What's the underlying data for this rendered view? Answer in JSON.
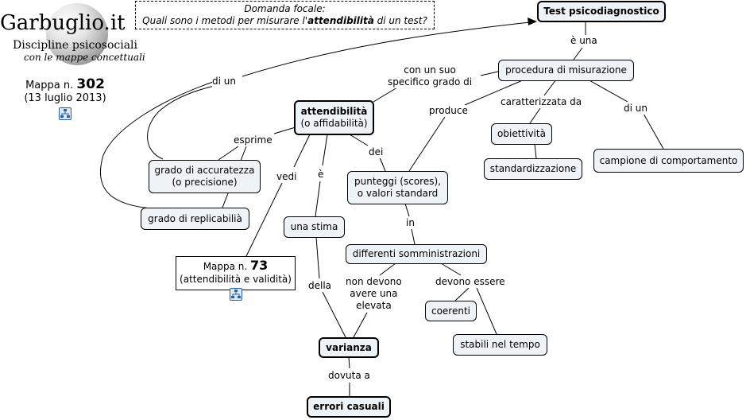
{
  "header": {
    "logo_title": "Garbuglio.it",
    "logo_subtitle": "Discipline psicosociali",
    "logo_tagline": "con le mappe concettuali",
    "map_label": "Mappa n.",
    "map_number": "302",
    "map_date": "(13 luglio 2013)"
  },
  "focal": {
    "line1": "Domanda focale:",
    "question_pre": "Quali sono i metodi per misurare l'",
    "question_bold": "attendibilità",
    "question_post": " di un test?"
  },
  "nodes": {
    "test": "Test psicodiagnostico",
    "procedura": "procedura di misurazione",
    "obiettivita": "obiettività",
    "standardizzazione": "standardizzazione",
    "campione": "campione di comportamento",
    "attendibilita_1": "attendibilità",
    "attendibilita_2": "(o affidabilità)",
    "accuratezza_1": "grado di accuratezza",
    "accuratezza_2": "(o precisione)",
    "replicabilita": "grado di replicabilià",
    "punteggi_1": "punteggi (scores),",
    "punteggi_2": "o valori standard",
    "stima": "una stima",
    "somministrazioni": "differenti somministrazioni",
    "coerenti": "coerenti",
    "stabili": "stabili nel tempo",
    "varianza": "varianza",
    "errori": "errori casuali"
  },
  "links": {
    "e_una": "è una",
    "con_un_suo_1": "con un suo",
    "con_un_suo_2": "specifico grado di",
    "produce": "produce",
    "caratterizzata": "caratterizzata da",
    "di_un_right": "di un",
    "di_un_left": "di un",
    "esprime": "esprime",
    "dei": "dei",
    "vedi": "vedi",
    "e": "è",
    "in": "in",
    "della": "della",
    "non_devono_1": "non devono",
    "non_devono_2": "avere una",
    "non_devono_3": "elevata",
    "devono_essere": "devono essere",
    "dovuta_a": "dovuta a"
  },
  "map73": {
    "label": "Mappa n.",
    "number": "73",
    "subtitle": "(attendibilità e validità)"
  },
  "icons": [
    "map-link-icon",
    "map-link-icon"
  ]
}
